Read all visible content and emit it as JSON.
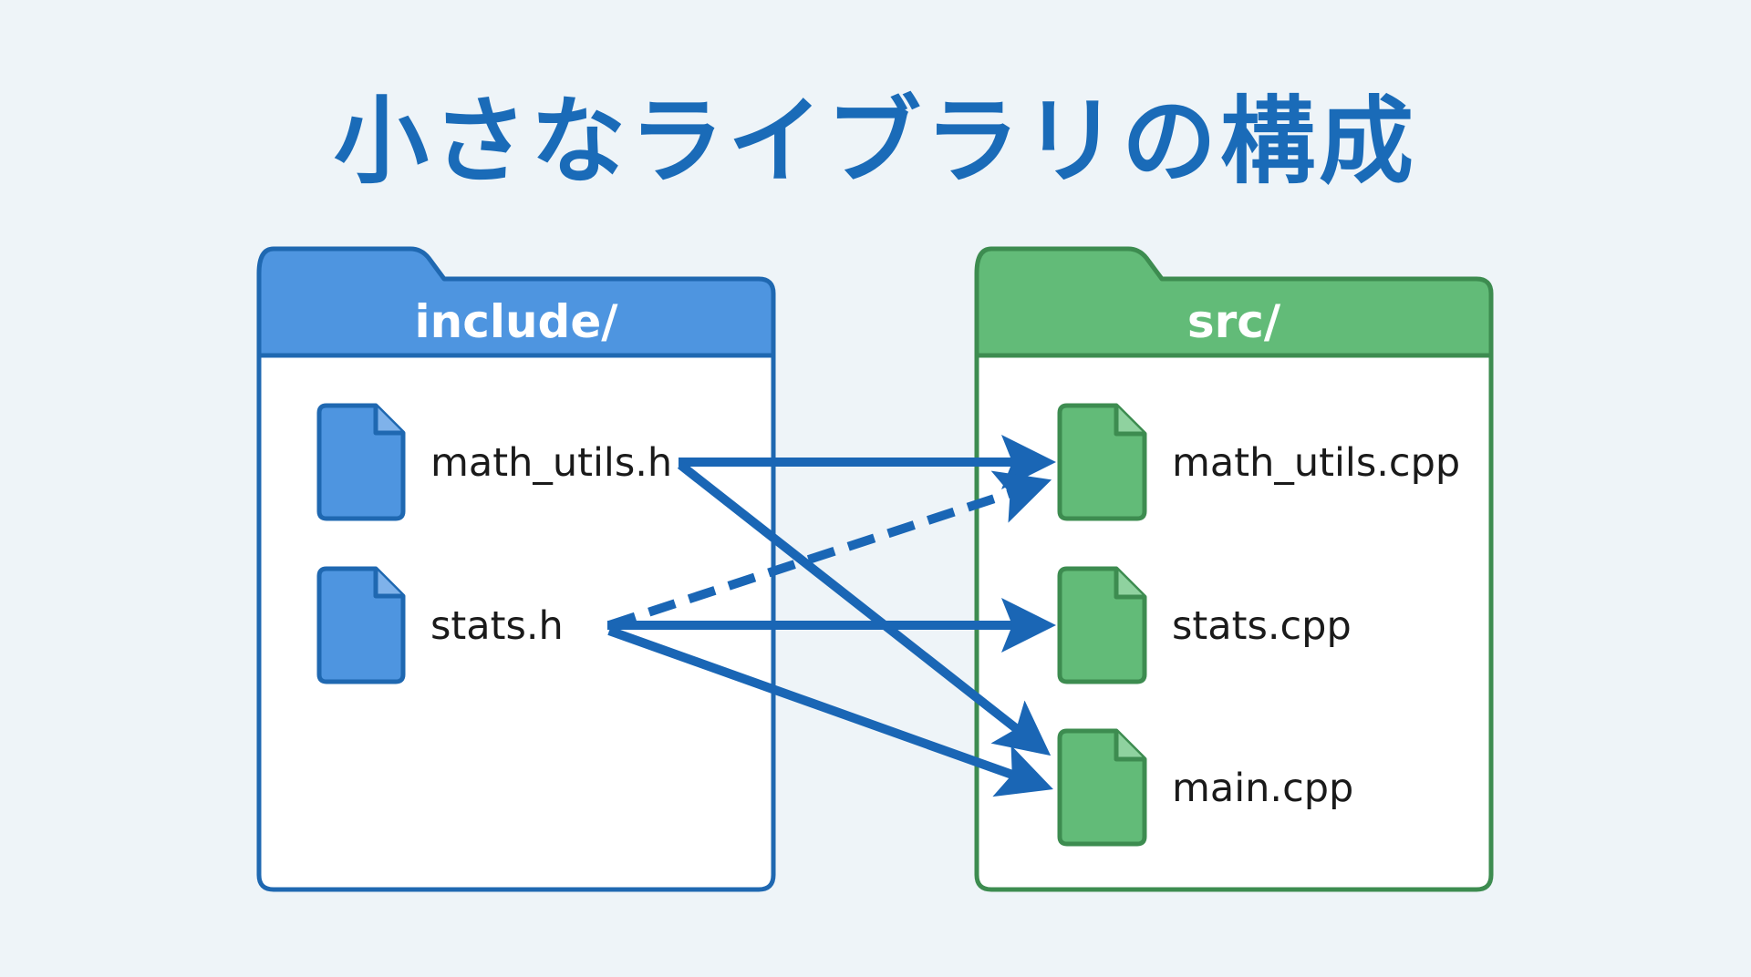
{
  "title": "小さなライブラリの構成",
  "colors": {
    "include_border": "#1f68b1",
    "include_fill": "#4e95e0",
    "src_border": "#3d8c50",
    "src_fill": "#62bb78",
    "arrow": "#1a66b5",
    "background": "#eef4f8"
  },
  "folders": {
    "include": {
      "label": "include/",
      "files": [
        "math_utils.h",
        "stats.h"
      ]
    },
    "src": {
      "label": "src/",
      "files": [
        "math_utils.cpp",
        "stats.cpp",
        "main.cpp"
      ]
    }
  },
  "edges": [
    {
      "from": "math_utils.h",
      "to": "math_utils.cpp",
      "style": "solid"
    },
    {
      "from": "math_utils.h",
      "to": "main.cpp",
      "style": "solid"
    },
    {
      "from": "stats.h",
      "to": "math_utils.cpp",
      "style": "dashed"
    },
    {
      "from": "stats.h",
      "to": "stats.cpp",
      "style": "solid"
    },
    {
      "from": "stats.h",
      "to": "main.cpp",
      "style": "solid"
    }
  ]
}
